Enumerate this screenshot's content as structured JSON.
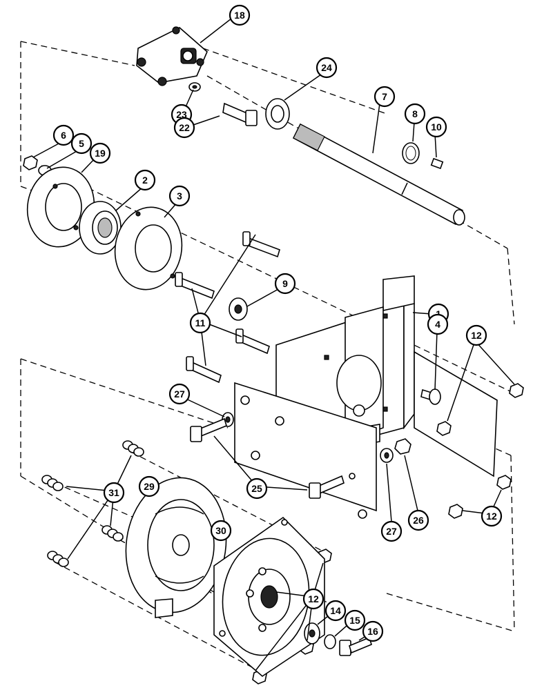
{
  "diagram": {
    "type": "exploded-parts-view",
    "callouts": [
      {
        "label": "18"
      },
      {
        "label": "24"
      },
      {
        "label": "7"
      },
      {
        "label": "23"
      },
      {
        "label": "22"
      },
      {
        "label": "8"
      },
      {
        "label": "10"
      },
      {
        "label": "6"
      },
      {
        "label": "5"
      },
      {
        "label": "19"
      },
      {
        "label": "2"
      },
      {
        "label": "3"
      },
      {
        "label": "9"
      },
      {
        "label": "1"
      },
      {
        "label": "11"
      },
      {
        "label": "4"
      },
      {
        "label": "12"
      },
      {
        "label": "27"
      },
      {
        "label": "25"
      },
      {
        "label": "31"
      },
      {
        "label": "29"
      },
      {
        "label": "27"
      },
      {
        "label": "26"
      },
      {
        "label": "12"
      },
      {
        "label": "30"
      },
      {
        "label": "12"
      },
      {
        "label": "14"
      },
      {
        "label": "15"
      },
      {
        "label": "16"
      }
    ]
  }
}
